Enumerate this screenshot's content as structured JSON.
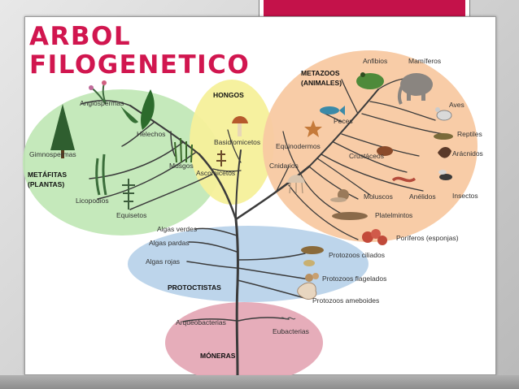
{
  "slide": {
    "title_line1": "ARBOL",
    "title_line2": "FILOGENETICO",
    "accent_color": "#d1164f"
  },
  "diagram": {
    "groups": [
      {
        "key": "plantas",
        "label_line1": "METÁFITAS",
        "label_line2": "(PLANTAS)",
        "color": "#bfe7b4"
      },
      {
        "key": "hongos",
        "label_line1": "HONGOS",
        "color": "#f6f09a"
      },
      {
        "key": "animales",
        "label_line1": "METAZOOS",
        "label_line2": "(ANIMALES)",
        "color": "#f8c9a2"
      },
      {
        "key": "protoctistas",
        "label_line1": "PROTOCTISTAS",
        "color": "#b9d3ea"
      },
      {
        "key": "moneras",
        "label_line1": "MÓNERAS",
        "color": "#e5a9b6"
      }
    ],
    "labels": {
      "angiospermas": "Angiospermas",
      "helechos": "Helechos",
      "gimnospermas": "Gimnospermas",
      "musgos": "Musgos",
      "licopodios": "Licopodios",
      "equisetos": "Equisetos",
      "basidiomicetos": "Basidiomicetos",
      "ascomicetos": "Ascomicetos",
      "anfibios": "Anfibios",
      "mamiferos": "Mamíferos",
      "aves": "Aves",
      "peces": "Peces",
      "reptiles": "Reptiles",
      "equinodermos": "Equinodermos",
      "aracnidos": "Arácnidos",
      "crustaceos": "Crustáceos",
      "cnidarios": "Cnidarios",
      "insectos": "Insectos",
      "moluscos": "Moluscos",
      "anelidos": "Anélidos",
      "platelmintos": "Platelmintos",
      "poriferos": "Poríferos (esponjas)",
      "algas_verdes": "Algas verdes",
      "algas_pardas": "Algas pardas",
      "algas_rojas": "Algas rojas",
      "protozoos_ciliados": "Protozoos ciliados",
      "protozoos_flagelados": "Protozoos flagelados",
      "protozoos_ameboides": "Protozoos ameboides",
      "arqueobacterias": "Arqueobacterias",
      "eubacterias": "Eubacterias"
    }
  }
}
